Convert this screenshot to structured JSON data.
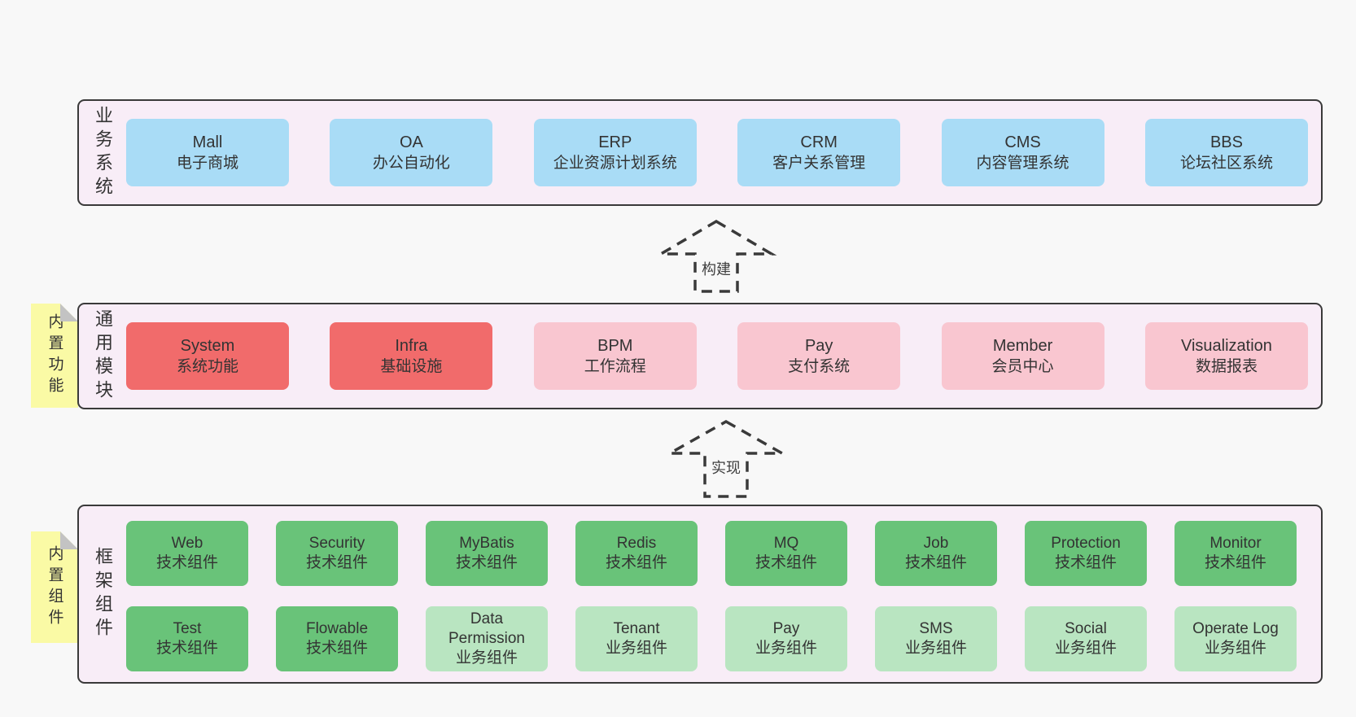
{
  "colors": {
    "page-bg": "#f8f8f8",
    "band-bg": "#f8edf7",
    "band-border": "#3a3a3a",
    "blue": "#a9dcf6",
    "red": "#f16b6b",
    "pink": "#f9c6d0",
    "green": "#69c379",
    "light-green": "#b9e5c1",
    "note-yellow": "#fafaa5",
    "note-fold": "#c3c3c3",
    "arrow": "#3a3a3a",
    "text": "#333333"
  },
  "bands": [
    {
      "id": "business-systems",
      "label": "业务系统",
      "boxes": [
        {
          "name": "Mall",
          "desc": "电子商城",
          "variant": "blue"
        },
        {
          "name": "OA",
          "desc": "办公自动化",
          "variant": "blue"
        },
        {
          "name": "ERP",
          "desc": "企业资源计划系统",
          "variant": "blue"
        },
        {
          "name": "CRM",
          "desc": "客户关系管理",
          "variant": "blue"
        },
        {
          "name": "CMS",
          "desc": "内容管理系统",
          "variant": "blue"
        },
        {
          "name": "BBS",
          "desc": "论坛社区系统",
          "variant": "blue"
        }
      ]
    },
    {
      "id": "common-modules",
      "label": "通用模块",
      "note": "内置功能",
      "boxes": [
        {
          "name": "System",
          "desc": "系统功能",
          "variant": "red"
        },
        {
          "name": "Infra",
          "desc": "基础设施",
          "variant": "red"
        },
        {
          "name": "BPM",
          "desc": "工作流程",
          "variant": "pink"
        },
        {
          "name": "Pay",
          "desc": "支付系统",
          "variant": "pink"
        },
        {
          "name": "Member",
          "desc": "会员中心",
          "variant": "pink"
        },
        {
          "name": "Visualization",
          "desc": "数据报表",
          "variant": "pink"
        }
      ]
    },
    {
      "id": "framework-components",
      "label": "框架组件",
      "note": "内置组件",
      "rows": [
        [
          {
            "name": "Web",
            "desc": "技术组件",
            "variant": "green"
          },
          {
            "name": "Security",
            "desc": "技术组件",
            "variant": "green"
          },
          {
            "name": "MyBatis",
            "desc": "技术组件",
            "variant": "green"
          },
          {
            "name": "Redis",
            "desc": "技术组件",
            "variant": "green"
          },
          {
            "name": "MQ",
            "desc": "技术组件",
            "variant": "green"
          },
          {
            "name": "Job",
            "desc": "技术组件",
            "variant": "green"
          },
          {
            "name": "Protection",
            "desc": "技术组件",
            "variant": "green"
          },
          {
            "name": "Monitor",
            "desc": "技术组件",
            "variant": "green"
          }
        ],
        [
          {
            "name": "Test",
            "desc": "技术组件",
            "variant": "green"
          },
          {
            "name": "Flowable",
            "desc": "技术组件",
            "variant": "green"
          },
          {
            "name": "Data Permission",
            "desc": "业务组件",
            "variant": "lightgreen"
          },
          {
            "name": "Tenant",
            "desc": "业务组件",
            "variant": "lightgreen"
          },
          {
            "name": "Pay",
            "desc": "业务组件",
            "variant": "lightgreen"
          },
          {
            "name": "SMS",
            "desc": "业务组件",
            "variant": "lightgreen"
          },
          {
            "name": "Social",
            "desc": "业务组件",
            "variant": "lightgreen"
          },
          {
            "name": "Operate Log",
            "desc": "业务组件",
            "variant": "lightgreen"
          }
        ]
      ]
    }
  ],
  "arrows": [
    {
      "label": "构建"
    },
    {
      "label": "实现"
    }
  ]
}
